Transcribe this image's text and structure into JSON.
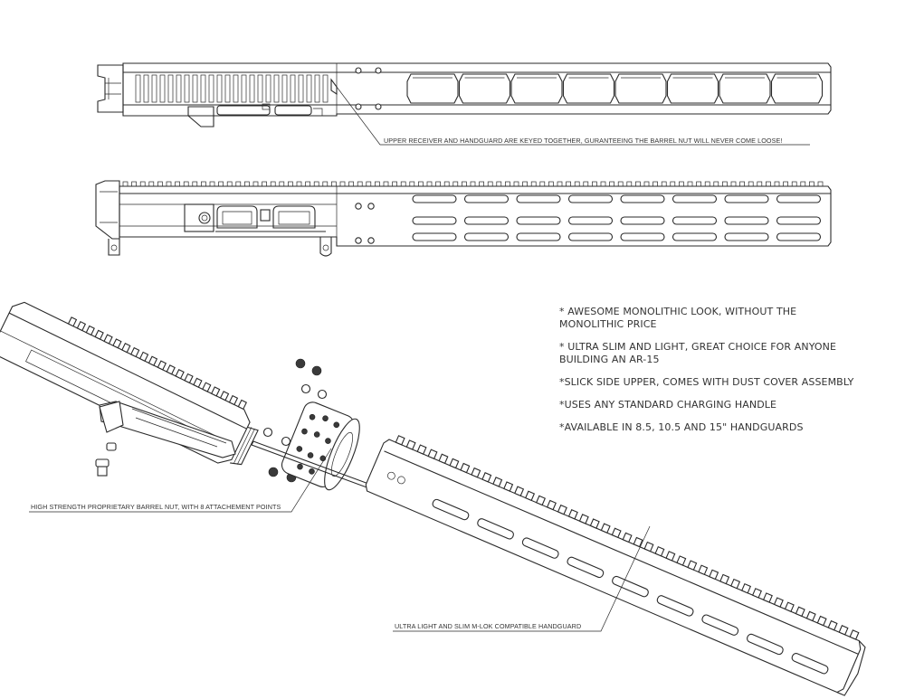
{
  "callouts": {
    "keyed": "UPPER RECEIVER AND HANDGUARD ARE KEYED TOGETHER, GURANTEEING THE BARREL NUT WILL NEVER COME LOOSE!",
    "barrel_nut": "HIGH STRENGTH PROPRIETARY BARREL NUT, WITH 8 ATTACHEMENT POINTS",
    "handguard": "ULTRA LIGHT AND SLIM M-LOK COMPATIBLE HANDGUARD"
  },
  "features": [
    "* AWESOME MONOLITHIC LOOK, WITHOUT THE MONOLITHIC PRICE",
    "* ULTRA SLIM AND LIGHT, GREAT CHOICE FOR ANYONE BUILDING AN AR-15",
    "*SLICK SIDE UPPER, COMES WITH DUST COVER ASSEMBLY",
    "*USES ANY STANDARD CHARGING HANDLE",
    "*AVAILABLE IN 8.5, 10.5 AND 15\" HANDGUARDS"
  ]
}
